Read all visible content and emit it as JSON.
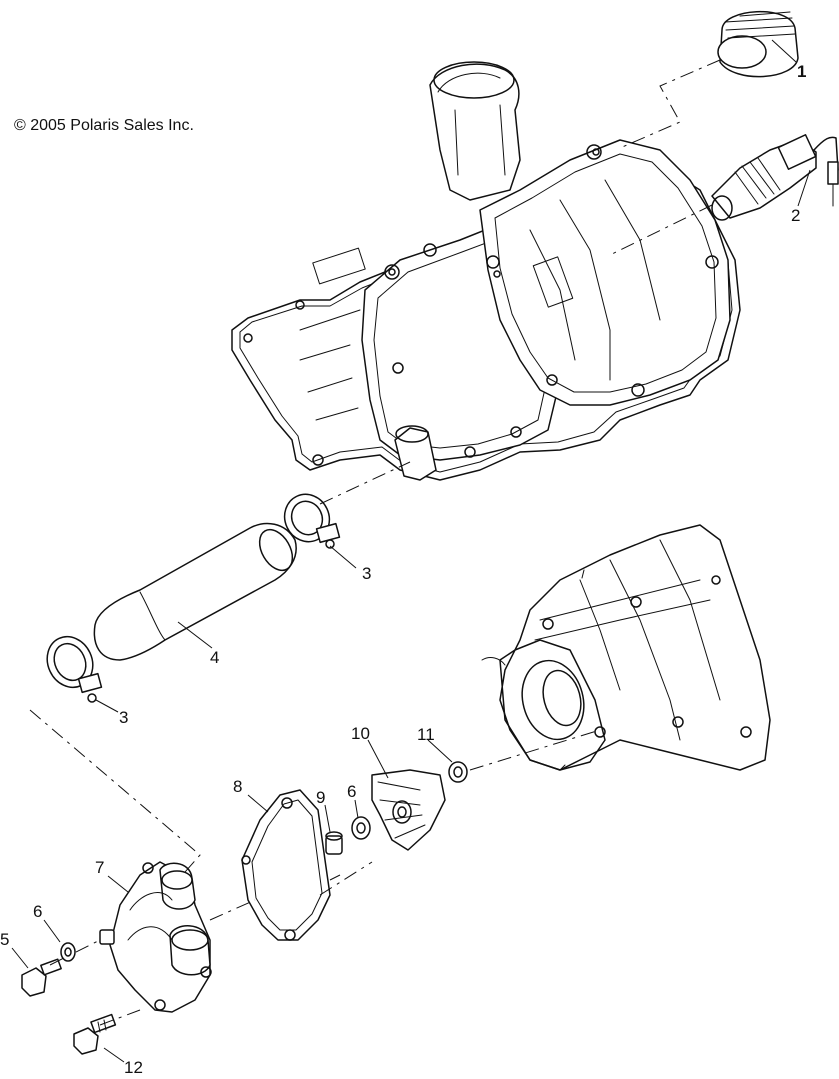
{
  "copyright": "© 2005 Polaris Sales Inc.",
  "callouts": [
    {
      "id": "c1",
      "label": "1",
      "bold": true
    },
    {
      "id": "c2",
      "label": "2",
      "bold": false
    },
    {
      "id": "c3a",
      "label": "3",
      "bold": false
    },
    {
      "id": "c4",
      "label": "4",
      "bold": false
    },
    {
      "id": "c3b",
      "label": "3",
      "bold": false
    },
    {
      "id": "c10",
      "label": "10",
      "bold": false
    },
    {
      "id": "c11",
      "label": "11",
      "bold": false
    },
    {
      "id": "c8",
      "label": "8",
      "bold": false
    },
    {
      "id": "c9",
      "label": "9",
      "bold": false
    },
    {
      "id": "c6a",
      "label": "6",
      "bold": false
    },
    {
      "id": "c7",
      "label": "7",
      "bold": false
    },
    {
      "id": "c6b",
      "label": "6",
      "bold": false
    },
    {
      "id": "c5",
      "label": "5",
      "bold": false
    },
    {
      "id": "c12",
      "label": "12",
      "bold": false
    }
  ]
}
